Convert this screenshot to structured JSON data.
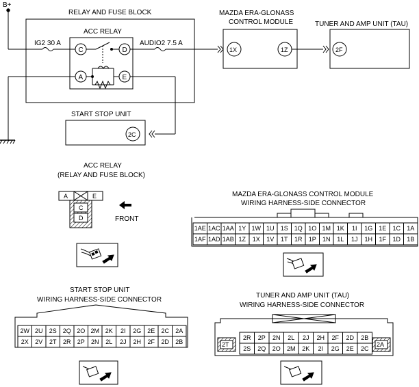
{
  "wiring": {
    "power_label": "B+",
    "relay_block_title": "RELAY AND FUSE BLOCK",
    "relay_title": "ACC RELAY",
    "fuse_ig2": "IG2 30 A",
    "fuse_audio2": "AUDIO2 7.5 A",
    "terminal_c": "C",
    "terminal_d": "D",
    "terminal_a": "A",
    "terminal_e": "E",
    "era_title_line1": "MAZDA ERA-GLONASS",
    "era_title_line2": "CONTROL MODULE",
    "era_term_1x": "1X",
    "era_term_1z": "1Z",
    "tau_title": "TUNER AND AMP UNIT (TAU)",
    "tau_term_2f": "2F",
    "ssu_title": "START STOP UNIT",
    "ssu_term_2c": "2C"
  },
  "acc_connector": {
    "title_line1": "ACC RELAY",
    "title_line2": "(RELAY AND FUSE BLOCK)",
    "cell_a": "A",
    "cell_e": "E",
    "cell_c": "C",
    "cell_d": "D",
    "front_label": "FRONT"
  },
  "era_connector": {
    "title_line1": "MAZDA ERA-GLONASS CONTROL MODULE",
    "title_line2": "WIRING HARNESS-SIDE CONNECTOR",
    "row1": [
      "1AE",
      "1AC",
      "1AA",
      "1Y",
      "1W",
      "1U",
      "1S",
      "1Q",
      "1O",
      "1M",
      "1K",
      "1I",
      "1G",
      "1E",
      "1C",
      "1A"
    ],
    "row2": [
      "1AF",
      "1AD",
      "1AB",
      "1Z",
      "1X",
      "1V",
      "1T",
      "1R",
      "1P",
      "1N",
      "1L",
      "1J",
      "1H",
      "1F",
      "1D",
      "1B"
    ]
  },
  "ssu_connector": {
    "title_line1": "START STOP UNIT",
    "title_line2": "WIRING HARNESS-SIDE CONNECTOR",
    "row1": [
      "2W",
      "2U",
      "2S",
      "2Q",
      "2O",
      "2M",
      "2K",
      "2I",
      "2G",
      "2E",
      "2C",
      "2A"
    ],
    "row2": [
      "2X",
      "2V",
      "2T",
      "2R",
      "2P",
      "2N",
      "2L",
      "2J",
      "2H",
      "2F",
      "2D",
      "2B"
    ]
  },
  "tau_connector": {
    "title_line1": "TUNER AND AMP UNIT (TAU)",
    "title_line2": "WIRING HARNESS-SIDE  CONNECTOR",
    "side_left": "2T",
    "side_right": "2A",
    "row1": [
      "2R",
      "2P",
      "2N",
      "2L",
      "2J",
      "2H",
      "2F",
      "2D",
      "2B"
    ],
    "row2": [
      "2S",
      "2Q",
      "2O",
      "2M",
      "2K",
      "2I",
      "2G",
      "2E",
      "2C"
    ]
  }
}
